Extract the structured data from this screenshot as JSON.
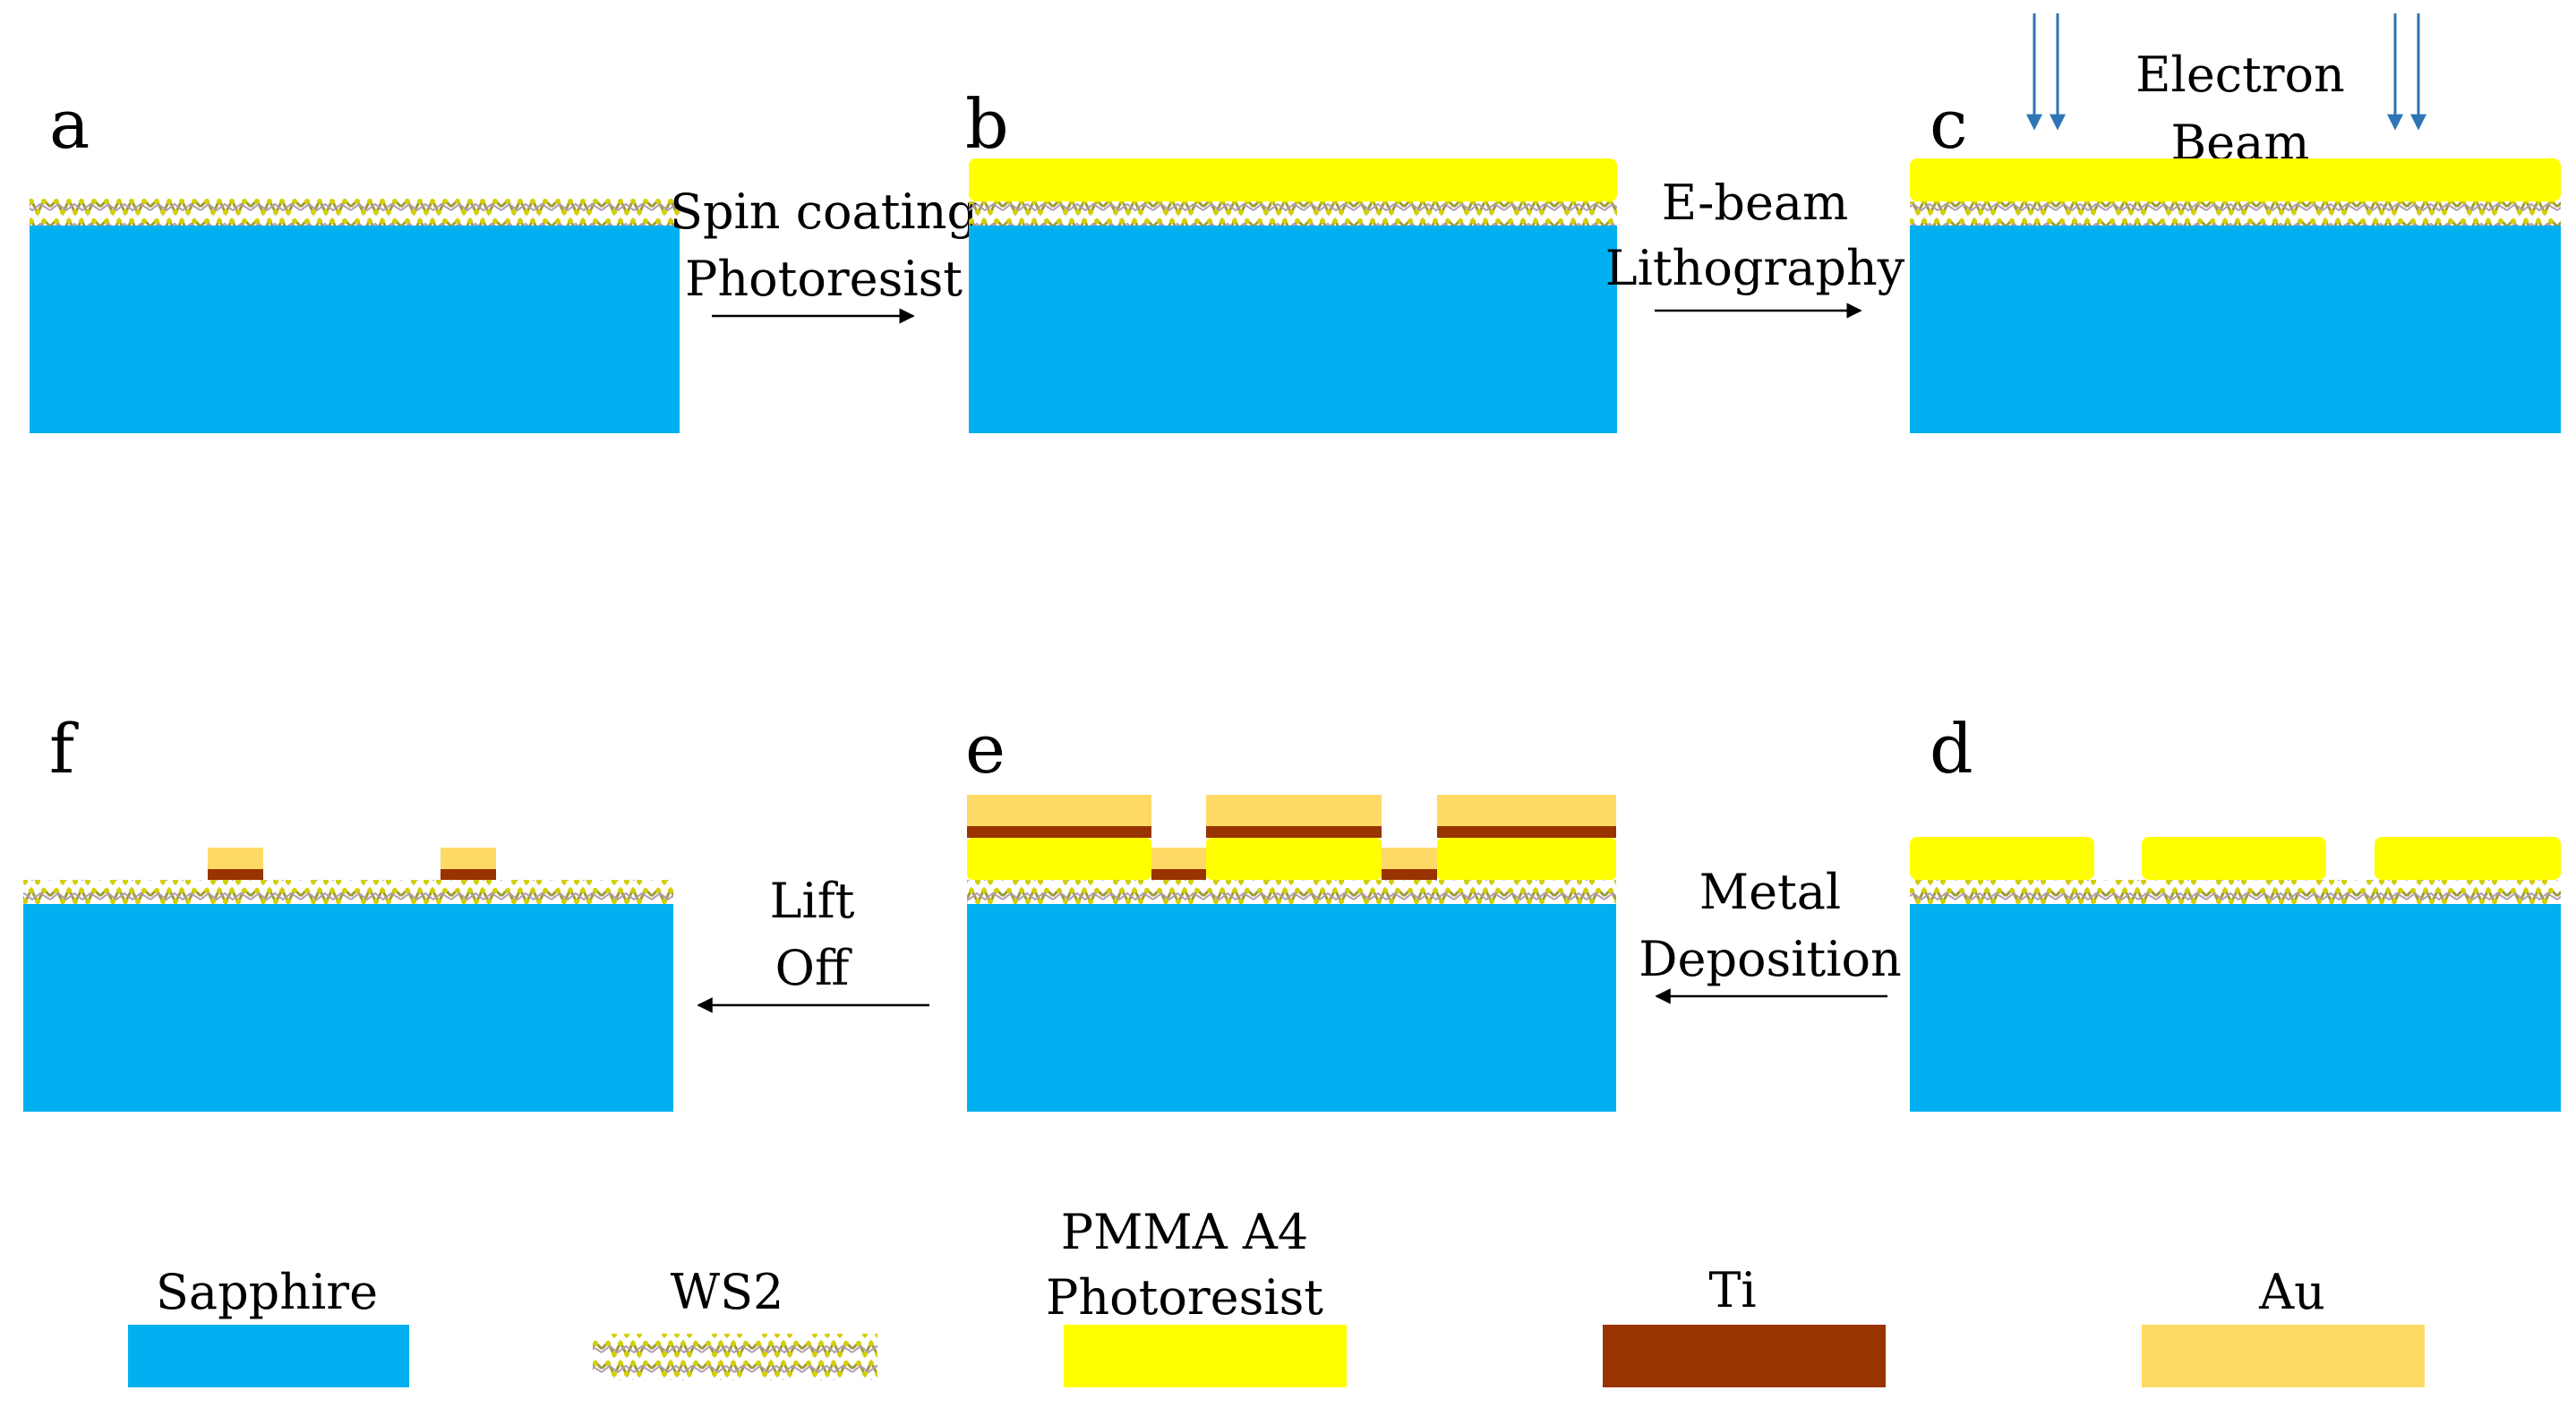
{
  "colors": {
    "sapphire": "#00b0f0",
    "photoresist": "#ffff00",
    "ti": "#993300",
    "au": "#ffd966",
    "ws2_sulfur": "#c8c800",
    "ws2_tungsten": "#b09cb0",
    "beam": "#2e75b6"
  },
  "panels": {
    "a": "a",
    "b": "b",
    "c": "c",
    "d": "d",
    "e": "e",
    "f": "f"
  },
  "steps": {
    "spin_line1": "Spin coating",
    "spin_line2": "Photoresist",
    "ebeam_line1": "E-beam",
    "ebeam_line2": "Lithography",
    "beam_line1": "Electron",
    "beam_line2": "Beam",
    "metal_line1": "Metal",
    "metal_line2": "Deposition",
    "lift_line1": "Lift",
    "lift_line2": "Off"
  },
  "legend": {
    "sapphire": "Sapphire",
    "ws2": "WS2",
    "pmma_line1": "PMMA A4",
    "pmma_line2": "Photoresist",
    "ti": "Ti",
    "au": "Au"
  }
}
